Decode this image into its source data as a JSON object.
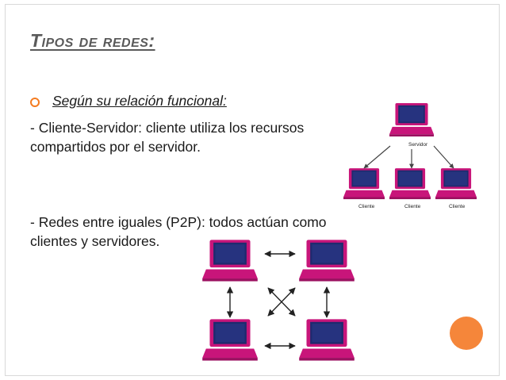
{
  "slide": {
    "title": "Tipos de redes:",
    "bullet": "Según su relación funcional:",
    "paragraph1_line1": " - Cliente-Servidor: cliente utiliza los recursos",
    "paragraph1_line2": "compartidos por el servidor.",
    "paragraph2_line1": " - Redes entre iguales (P2P): todos actúan como",
    "paragraph2_line2": "clientes y servidores."
  },
  "client_server_diagram": {
    "server_label": "Servidor",
    "client_labels": [
      "Cliente",
      "Cliente",
      "Cliente"
    ]
  },
  "colors": {
    "accent": "#f47b20",
    "title": "#5a5a5a",
    "laptop_body": "#c8157a",
    "laptop_screen": "#1f2a6e"
  }
}
